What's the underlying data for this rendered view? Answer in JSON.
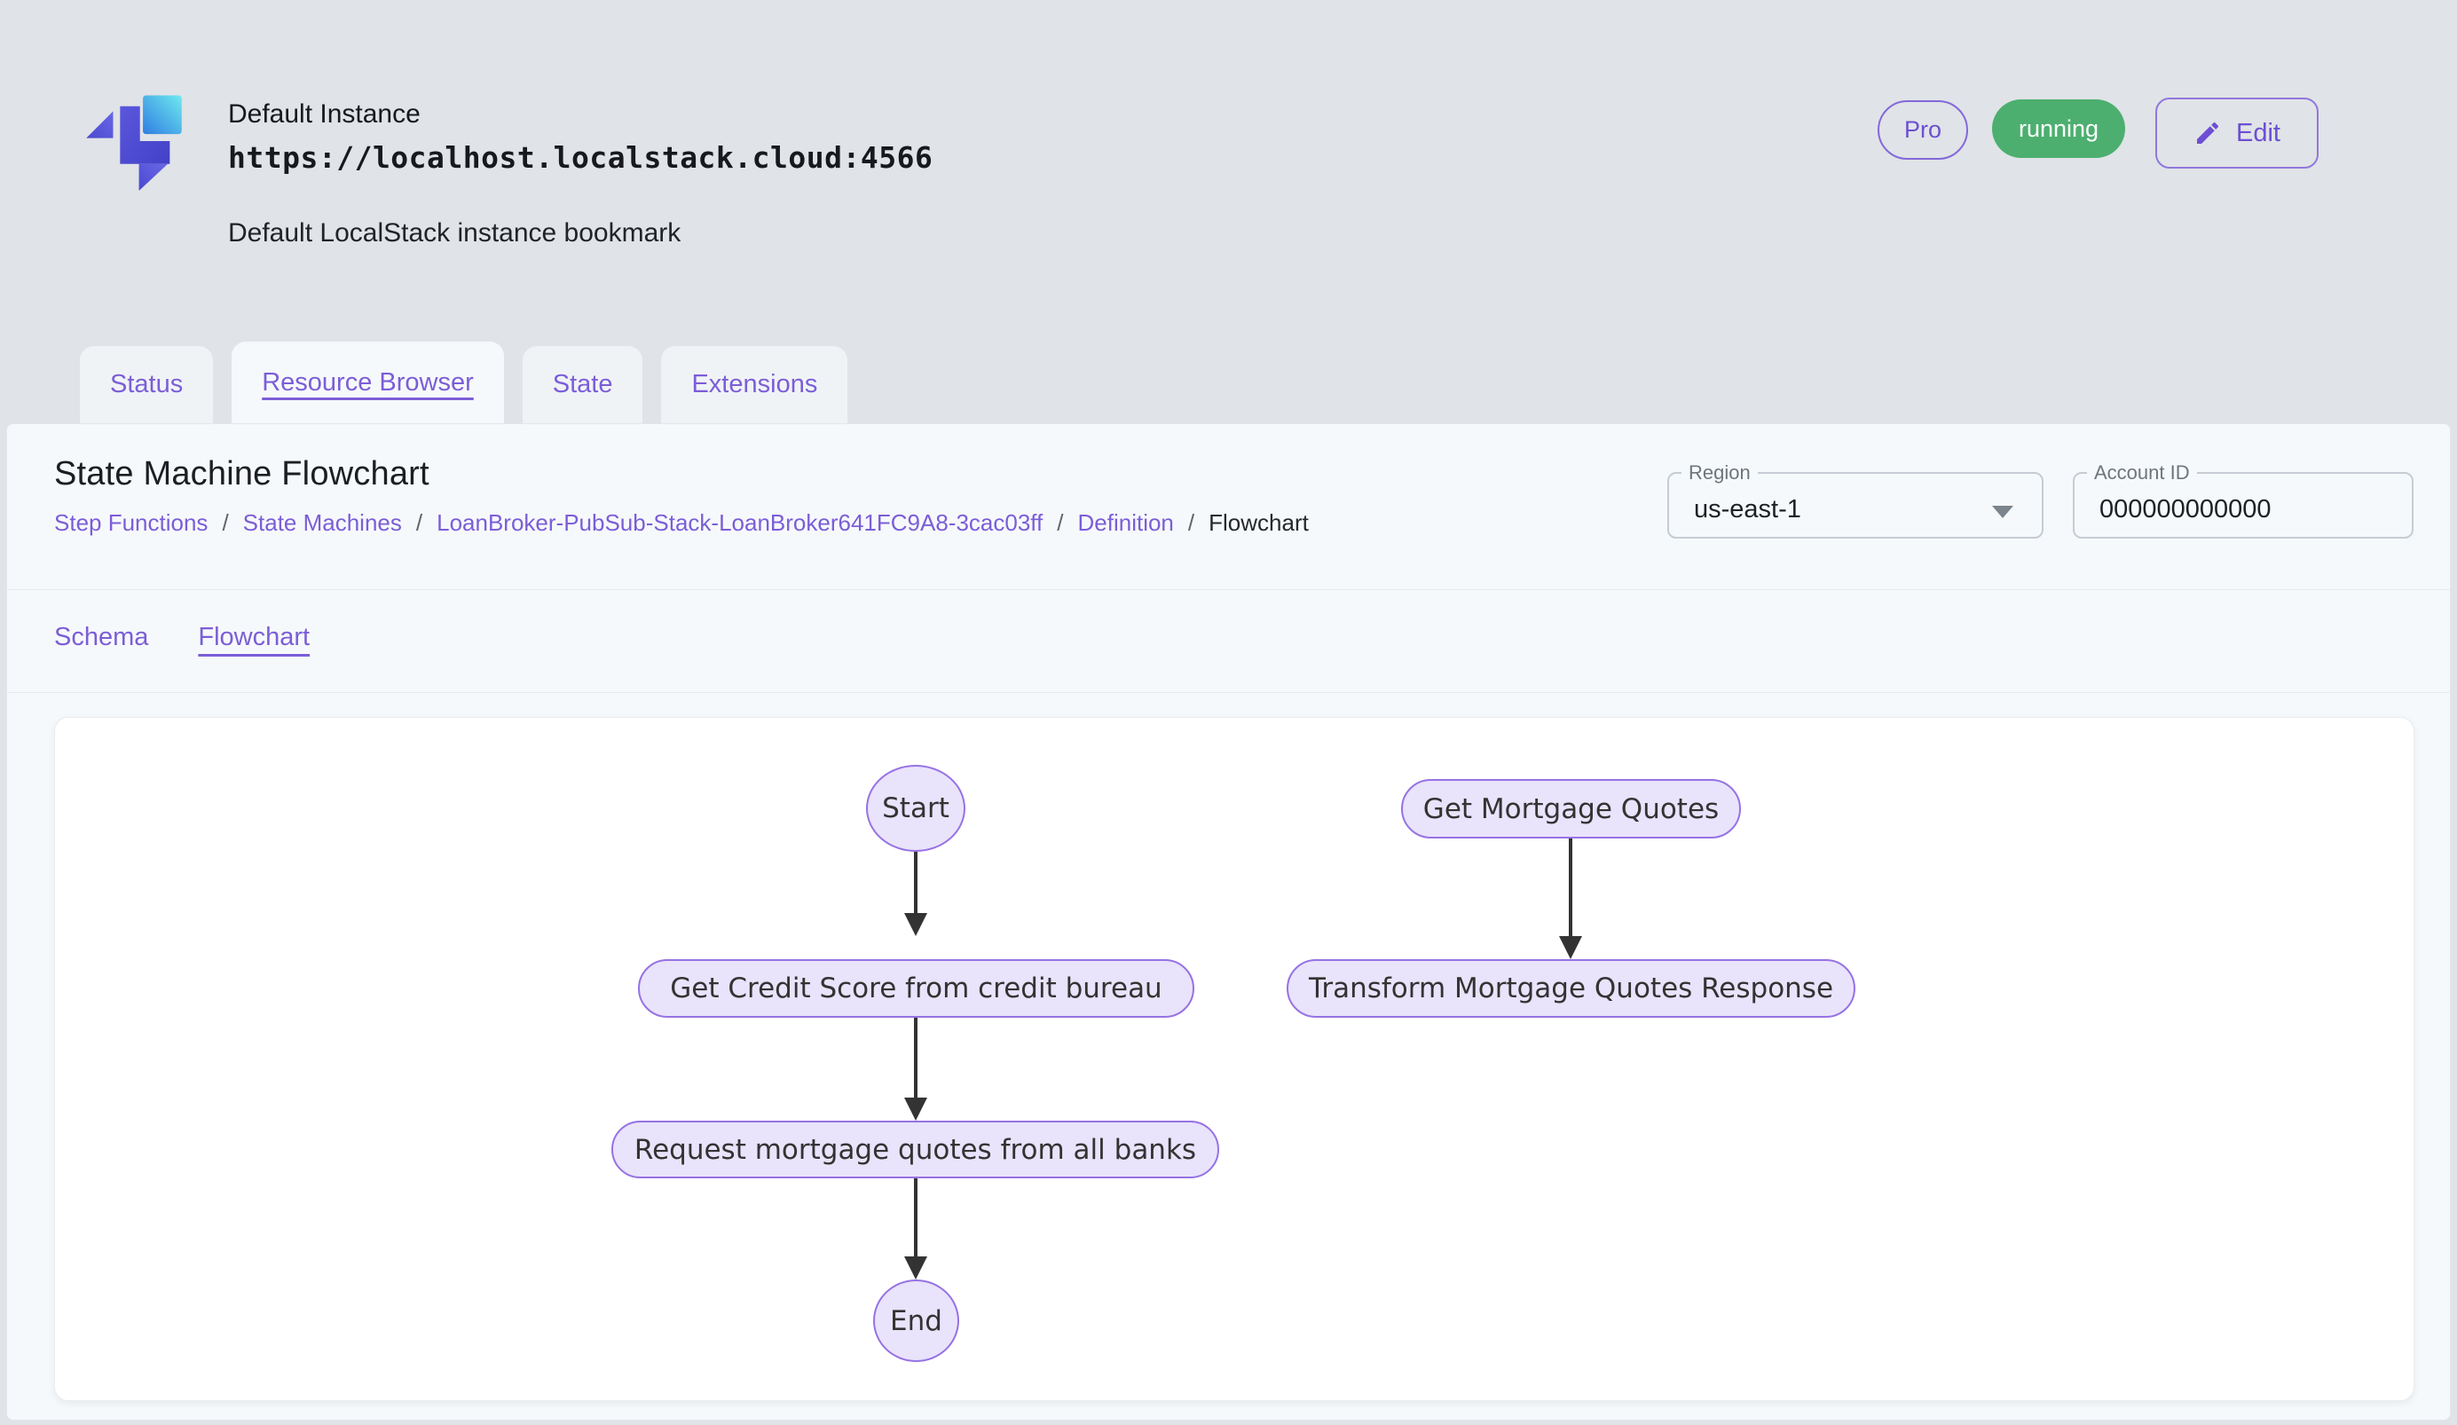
{
  "colors": {
    "accent_purple": "#7b5ed7",
    "running_green": "#4caf6f",
    "page_background": "#e0e3e7",
    "panel_background": "#f6f9fb",
    "node_fill": "#e9e3fb",
    "node_border": "#9672e4",
    "arrow": "#333333"
  },
  "header": {
    "instance_name": "Default Instance",
    "instance_url": "https://localhost.localstack.cloud:4566",
    "instance_description": "Default LocalStack instance bookmark",
    "pro_badge": "Pro",
    "status_badge": "running",
    "edit_button": "Edit"
  },
  "tabs": [
    {
      "label": "Status",
      "active": false
    },
    {
      "label": "Resource Browser",
      "active": true
    },
    {
      "label": "State",
      "active": false
    },
    {
      "label": "Extensions",
      "active": false
    }
  ],
  "page": {
    "title": "State Machine Flowchart",
    "breadcrumb_separator": "/",
    "breadcrumbs": [
      "Step Functions",
      "State Machines",
      "LoanBroker-PubSub-Stack-LoanBroker641FC9A8-3cac03ff",
      "Definition",
      "Flowchart"
    ],
    "region": {
      "label": "Region",
      "value": "us-east-1"
    },
    "account": {
      "label": "Account ID",
      "value": "000000000000"
    },
    "subtabs": [
      {
        "label": "Schema",
        "active": false
      },
      {
        "label": "Flowchart",
        "active": true
      }
    ]
  },
  "flowchart": {
    "nodes": {
      "start": {
        "label": "Start",
        "shape": "ellipse"
      },
      "get_credit_score": {
        "label": "Get Credit Score from credit bureau",
        "shape": "stadium"
      },
      "request_quotes": {
        "label": "Request mortgage quotes from all banks",
        "shape": "stadium"
      },
      "end": {
        "label": "End",
        "shape": "circle"
      },
      "get_mortgage_quotes": {
        "label": "Get Mortgage Quotes",
        "shape": "stadium"
      },
      "transform_response": {
        "label": "Transform Mortgage Quotes Response",
        "shape": "stadium"
      }
    },
    "edges": [
      {
        "from": "start",
        "to": "get_credit_score"
      },
      {
        "from": "get_credit_score",
        "to": "request_quotes"
      },
      {
        "from": "request_quotes",
        "to": "end"
      },
      {
        "from": "get_mortgage_quotes",
        "to": "transform_response"
      }
    ]
  }
}
